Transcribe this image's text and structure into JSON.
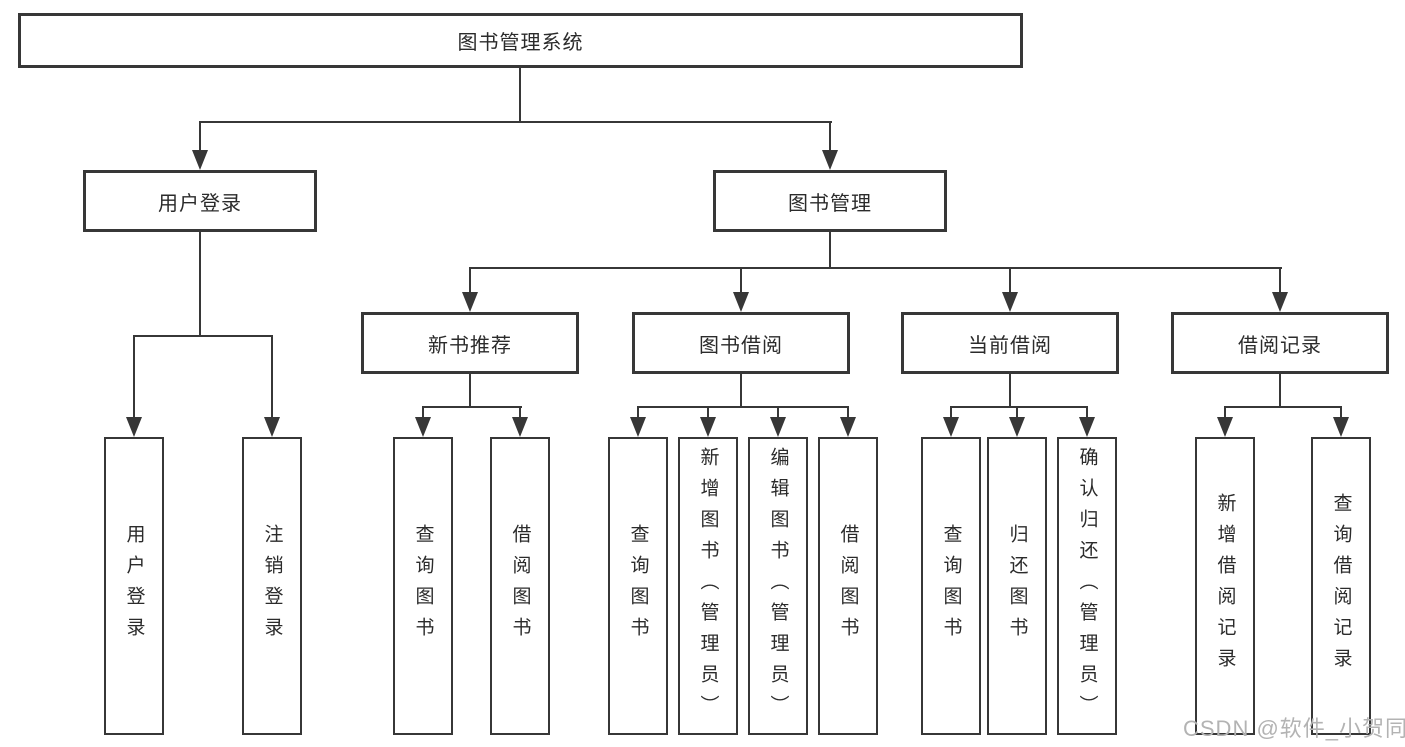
{
  "tree": {
    "root": {
      "label": "图书管理系统"
    },
    "branches": [
      {
        "label": "用户登录",
        "children": [
          {
            "label": "用户登录"
          },
          {
            "label": "注销登录"
          }
        ]
      },
      {
        "label": "图书管理",
        "children": [
          {
            "label": "新书推荐",
            "children": [
              {
                "label": "查询图书"
              },
              {
                "label": "借阅图书"
              }
            ]
          },
          {
            "label": "图书借阅",
            "children": [
              {
                "label": "查询图书"
              },
              {
                "label": "新增图书（管理员）"
              },
              {
                "label": "编辑图书（管理员）"
              },
              {
                "label": "借阅图书"
              }
            ]
          },
          {
            "label": "当前借阅",
            "children": [
              {
                "label": "查询图书"
              },
              {
                "label": "归还图书"
              },
              {
                "label": "确认归还（管理员）"
              }
            ]
          },
          {
            "label": "借阅记录",
            "children": [
              {
                "label": "新增借阅记录"
              },
              {
                "label": "查询借阅记录"
              }
            ]
          }
        ]
      }
    ]
  },
  "watermark": {
    "label": "CSDN @软件_小贺同学"
  },
  "colors": {
    "line": "#373737",
    "text": "#2b2b2b",
    "watermark": "#b3b3b3",
    "background": "#ffffff"
  }
}
